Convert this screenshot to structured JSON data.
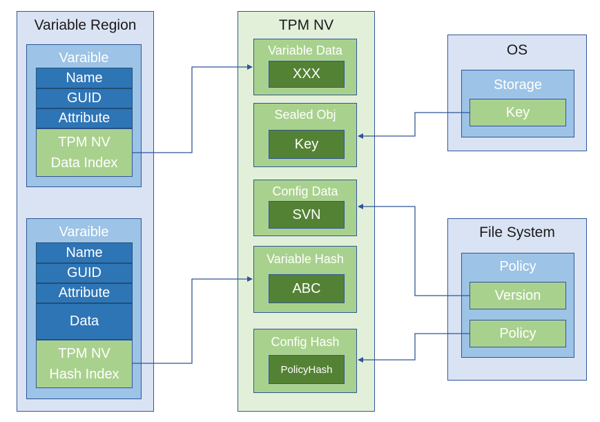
{
  "variable_region": {
    "title": "Variable Region",
    "var1": {
      "title": "Varaible",
      "fields": [
        "Name",
        "GUID",
        "Attribute"
      ],
      "index_line1": "TPM NV",
      "index_line2": "Data Index"
    },
    "var2": {
      "title": "Varaible",
      "fields": [
        "Name",
        "GUID",
        "Attribute",
        "Data"
      ],
      "index_line1": "TPM NV",
      "index_line2": "Hash Index"
    }
  },
  "tpm_nv": {
    "title": "TPM NV",
    "entries": [
      {
        "label": "Variable Data",
        "value": "XXX"
      },
      {
        "label": "Sealed Obj",
        "value": "Key"
      },
      {
        "label": "Config Data",
        "value": "SVN"
      },
      {
        "label": "Variable Hash",
        "value": "ABC"
      },
      {
        "label": "Config Hash",
        "value": "PolicyHash"
      }
    ]
  },
  "os": {
    "title": "OS",
    "storage_title": "Storage",
    "key": "Key"
  },
  "file_system": {
    "title": "File System",
    "policy_title": "Policy",
    "version": "Version",
    "policy": "Policy"
  },
  "colors": {
    "outer_fill": "#dae3f3",
    "mid_fill": "#9dc3e6",
    "field_fill": "#2e75b6",
    "tpm_fill": "#e2f0d9",
    "green_fill": "#a9d18e",
    "dark_green_fill": "#548235",
    "border": "#2f5597"
  }
}
